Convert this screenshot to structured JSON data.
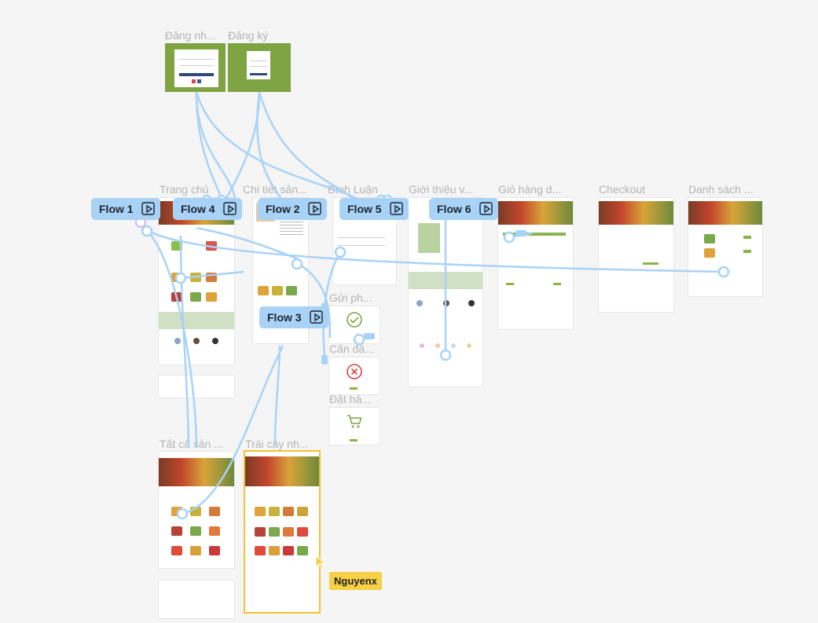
{
  "frames": {
    "dang_nhap": "Đăng nh...",
    "dang_ky": "Đăng ký",
    "trang_chu": "Trang chủ",
    "chi_tiet": "Chi tiết sản...",
    "binh_luan": "Bình Luận",
    "gioi_thieu": "Giới thiệu v...",
    "gio_hang": "Giỏ hàng d...",
    "checkout": "Checkout",
    "danh_sach": "Danh sách ...",
    "gui_ph": "Gửi ph...",
    "can_da": "Căn đă...",
    "dat_ha": "Đặt hà...",
    "tat_ca": "Tất cả sản ...",
    "trai_cay": "Trái cây nh..."
  },
  "flows": [
    "Flow 1",
    "Flow 4",
    "Flow 2",
    "Flow 5",
    "Flow 6",
    "Flow 3"
  ],
  "cursor": {
    "name": "Nguyenx",
    "color": "#f6d046"
  },
  "colors": {
    "flow": "#a9d3f6",
    "wire": "#a9d3f6",
    "frame_green": "#7fa443",
    "selection": "#f2c12e"
  },
  "icons": {
    "play": "play-icon",
    "check": "check-circle-icon",
    "error": "x-circle-icon",
    "cart": "cart-icon"
  }
}
